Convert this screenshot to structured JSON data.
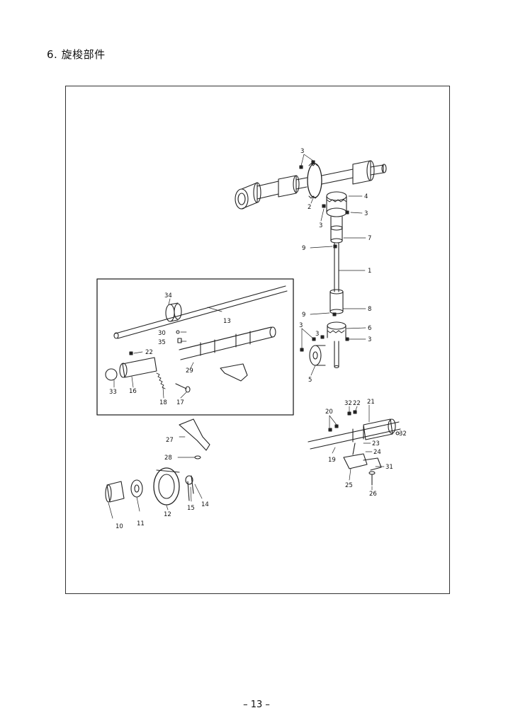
{
  "page": {
    "heading": "6. 旋梭部件",
    "page_number": "– 13 –"
  },
  "diagram": {
    "part_labels": [
      {
        "id": "p34",
        "text": "34"
      },
      {
        "id": "p13",
        "text": "13"
      },
      {
        "id": "p30",
        "text": "30"
      },
      {
        "id": "p35",
        "text": "35"
      },
      {
        "id": "p22a",
        "text": "22"
      },
      {
        "id": "p29",
        "text": "29"
      },
      {
        "id": "p33",
        "text": "33"
      },
      {
        "id": "p16",
        "text": "16"
      },
      {
        "id": "p18",
        "text": "18"
      },
      {
        "id": "p17",
        "text": "17"
      },
      {
        "id": "p3a",
        "text": "3"
      },
      {
        "id": "p2",
        "text": "2"
      },
      {
        "id": "p4",
        "text": "4"
      },
      {
        "id": "p3b",
        "text": "3"
      },
      {
        "id": "p3c",
        "text": "3"
      },
      {
        "id": "p7",
        "text": "7"
      },
      {
        "id": "p9a",
        "text": "9"
      },
      {
        "id": "p1",
        "text": "1"
      },
      {
        "id": "p9b",
        "text": "9"
      },
      {
        "id": "p8",
        "text": "8"
      },
      {
        "id": "p3d",
        "text": "3"
      },
      {
        "id": "p3e",
        "text": "3"
      },
      {
        "id": "p6",
        "text": "6"
      },
      {
        "id": "p3f",
        "text": "3"
      },
      {
        "id": "p5",
        "text": "5"
      },
      {
        "id": "p20",
        "text": "20"
      },
      {
        "id": "p32a",
        "text": "32"
      },
      {
        "id": "p22b",
        "text": "22"
      },
      {
        "id": "p21",
        "text": "21"
      },
      {
        "id": "p32b",
        "text": "32"
      },
      {
        "id": "p23",
        "text": "23"
      },
      {
        "id": "p24",
        "text": "24"
      },
      {
        "id": "p19",
        "text": "19"
      },
      {
        "id": "p31",
        "text": "31"
      },
      {
        "id": "p25",
        "text": "25"
      },
      {
        "id": "p26",
        "text": "26"
      },
      {
        "id": "p27",
        "text": "27"
      },
      {
        "id": "p28",
        "text": "28"
      },
      {
        "id": "p10",
        "text": "10"
      },
      {
        "id": "p11",
        "text": "11"
      },
      {
        "id": "p12",
        "text": "12"
      },
      {
        "id": "p15",
        "text": "15"
      },
      {
        "id": "p14",
        "text": "14"
      }
    ]
  }
}
